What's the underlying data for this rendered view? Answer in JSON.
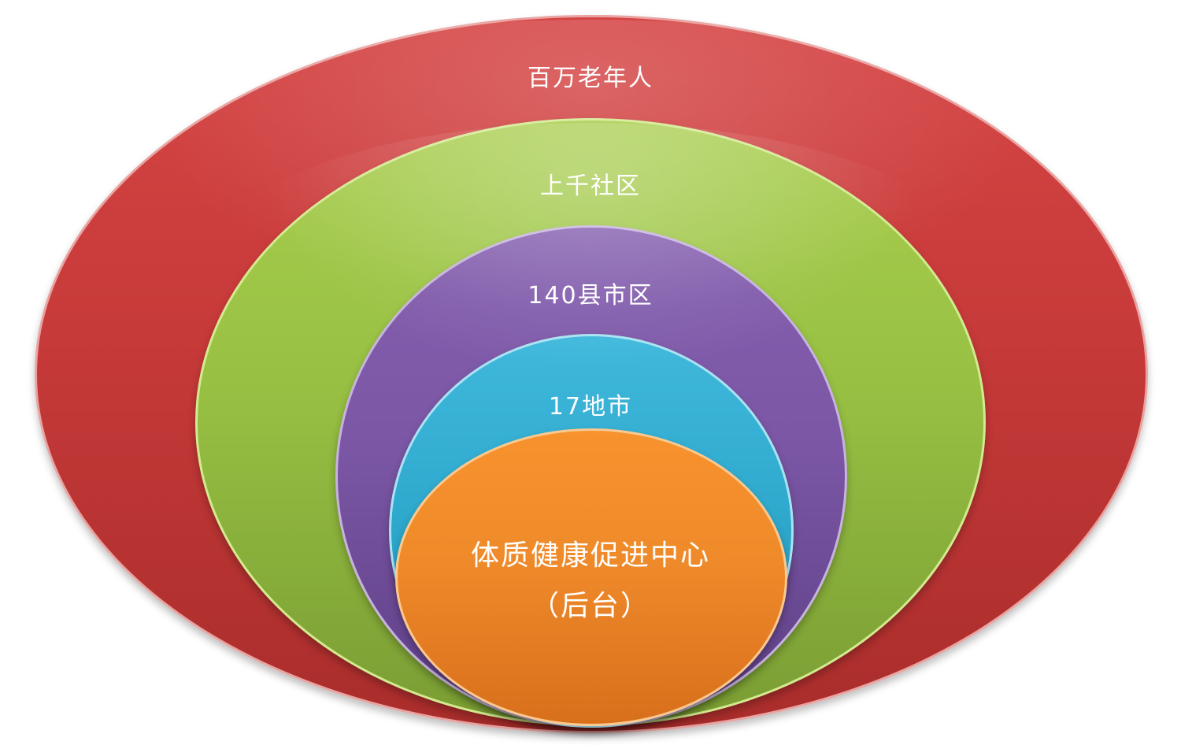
{
  "diagram": {
    "type": "nested-ellipses",
    "layers": [
      {
        "id": "red",
        "label": "百万老年人",
        "color": "#c63a39"
      },
      {
        "id": "green",
        "label": "上千社区",
        "color": "#97c043"
      },
      {
        "id": "purple",
        "label": "140县市区",
        "color": "#7a56a4"
      },
      {
        "id": "blue",
        "label": "17地市",
        "color": "#2fa9cd"
      },
      {
        "id": "orange",
        "label": "体质健康促进中心",
        "sublabel": "（后台）",
        "color": "#ef8a2a"
      }
    ]
  }
}
